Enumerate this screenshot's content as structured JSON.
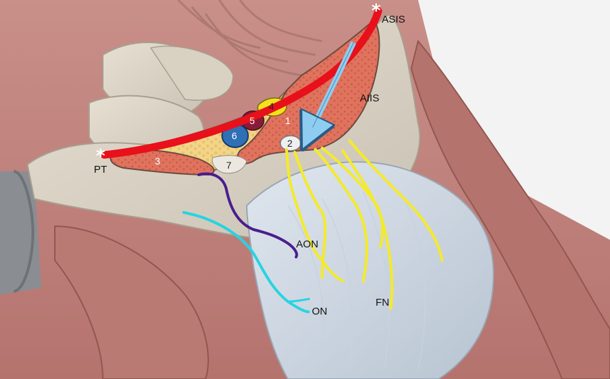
{
  "labels": {
    "asis": "ASIS",
    "aiis": "AIIS",
    "pt": "PT",
    "aon": "AON",
    "on": "ON",
    "fn": "FN"
  },
  "markers": {
    "asis_star": "*",
    "pt_star": "*"
  },
  "numbers": {
    "n1": "1",
    "n2": "2",
    "n3": "3",
    "n4": "4",
    "n5": "5",
    "n6": "6",
    "n7": "7"
  },
  "colors": {
    "inguinal_ligament": "#e8101a",
    "arrow": "#8fcdf0",
    "femoral_nerve": "#f5ea2a",
    "obturator_nerve": "#26d4e2",
    "accessory_obturator_nerve": "#4a1e8c",
    "muscle": "#e3705c",
    "fat": "#f2d58a",
    "item4": "#f2e21c",
    "item5": "#8a1b38",
    "item6": "#2f6fb5"
  }
}
